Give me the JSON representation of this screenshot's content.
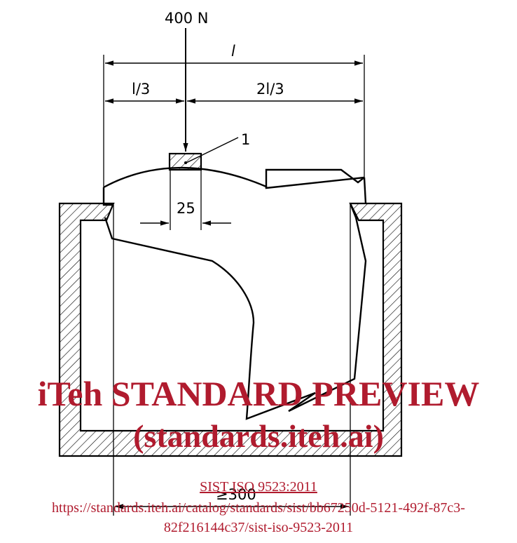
{
  "figure": {
    "load_label": "400 N",
    "dim_l": "l",
    "dim_l_third": "l/3",
    "dim_two_l_third": "2l/3",
    "callout_1": "1",
    "dim_25": "25",
    "dim_min_300": "≥300"
  },
  "watermark": {
    "line1": "iTeh STANDARD PREVIEW",
    "line2": "(standards.iteh.ai)"
  },
  "footer": {
    "doc_id": "SIST ISO 9523:2011",
    "url_line1": "https://standards.iteh.ai/catalog/standards/sist/bb67250d-5121-492f-87c3-",
    "url_line2": "82f216144c37/sist-iso-9523-2011"
  },
  "colors": {
    "watermark": "#b01b2e",
    "lines": "#000000"
  }
}
